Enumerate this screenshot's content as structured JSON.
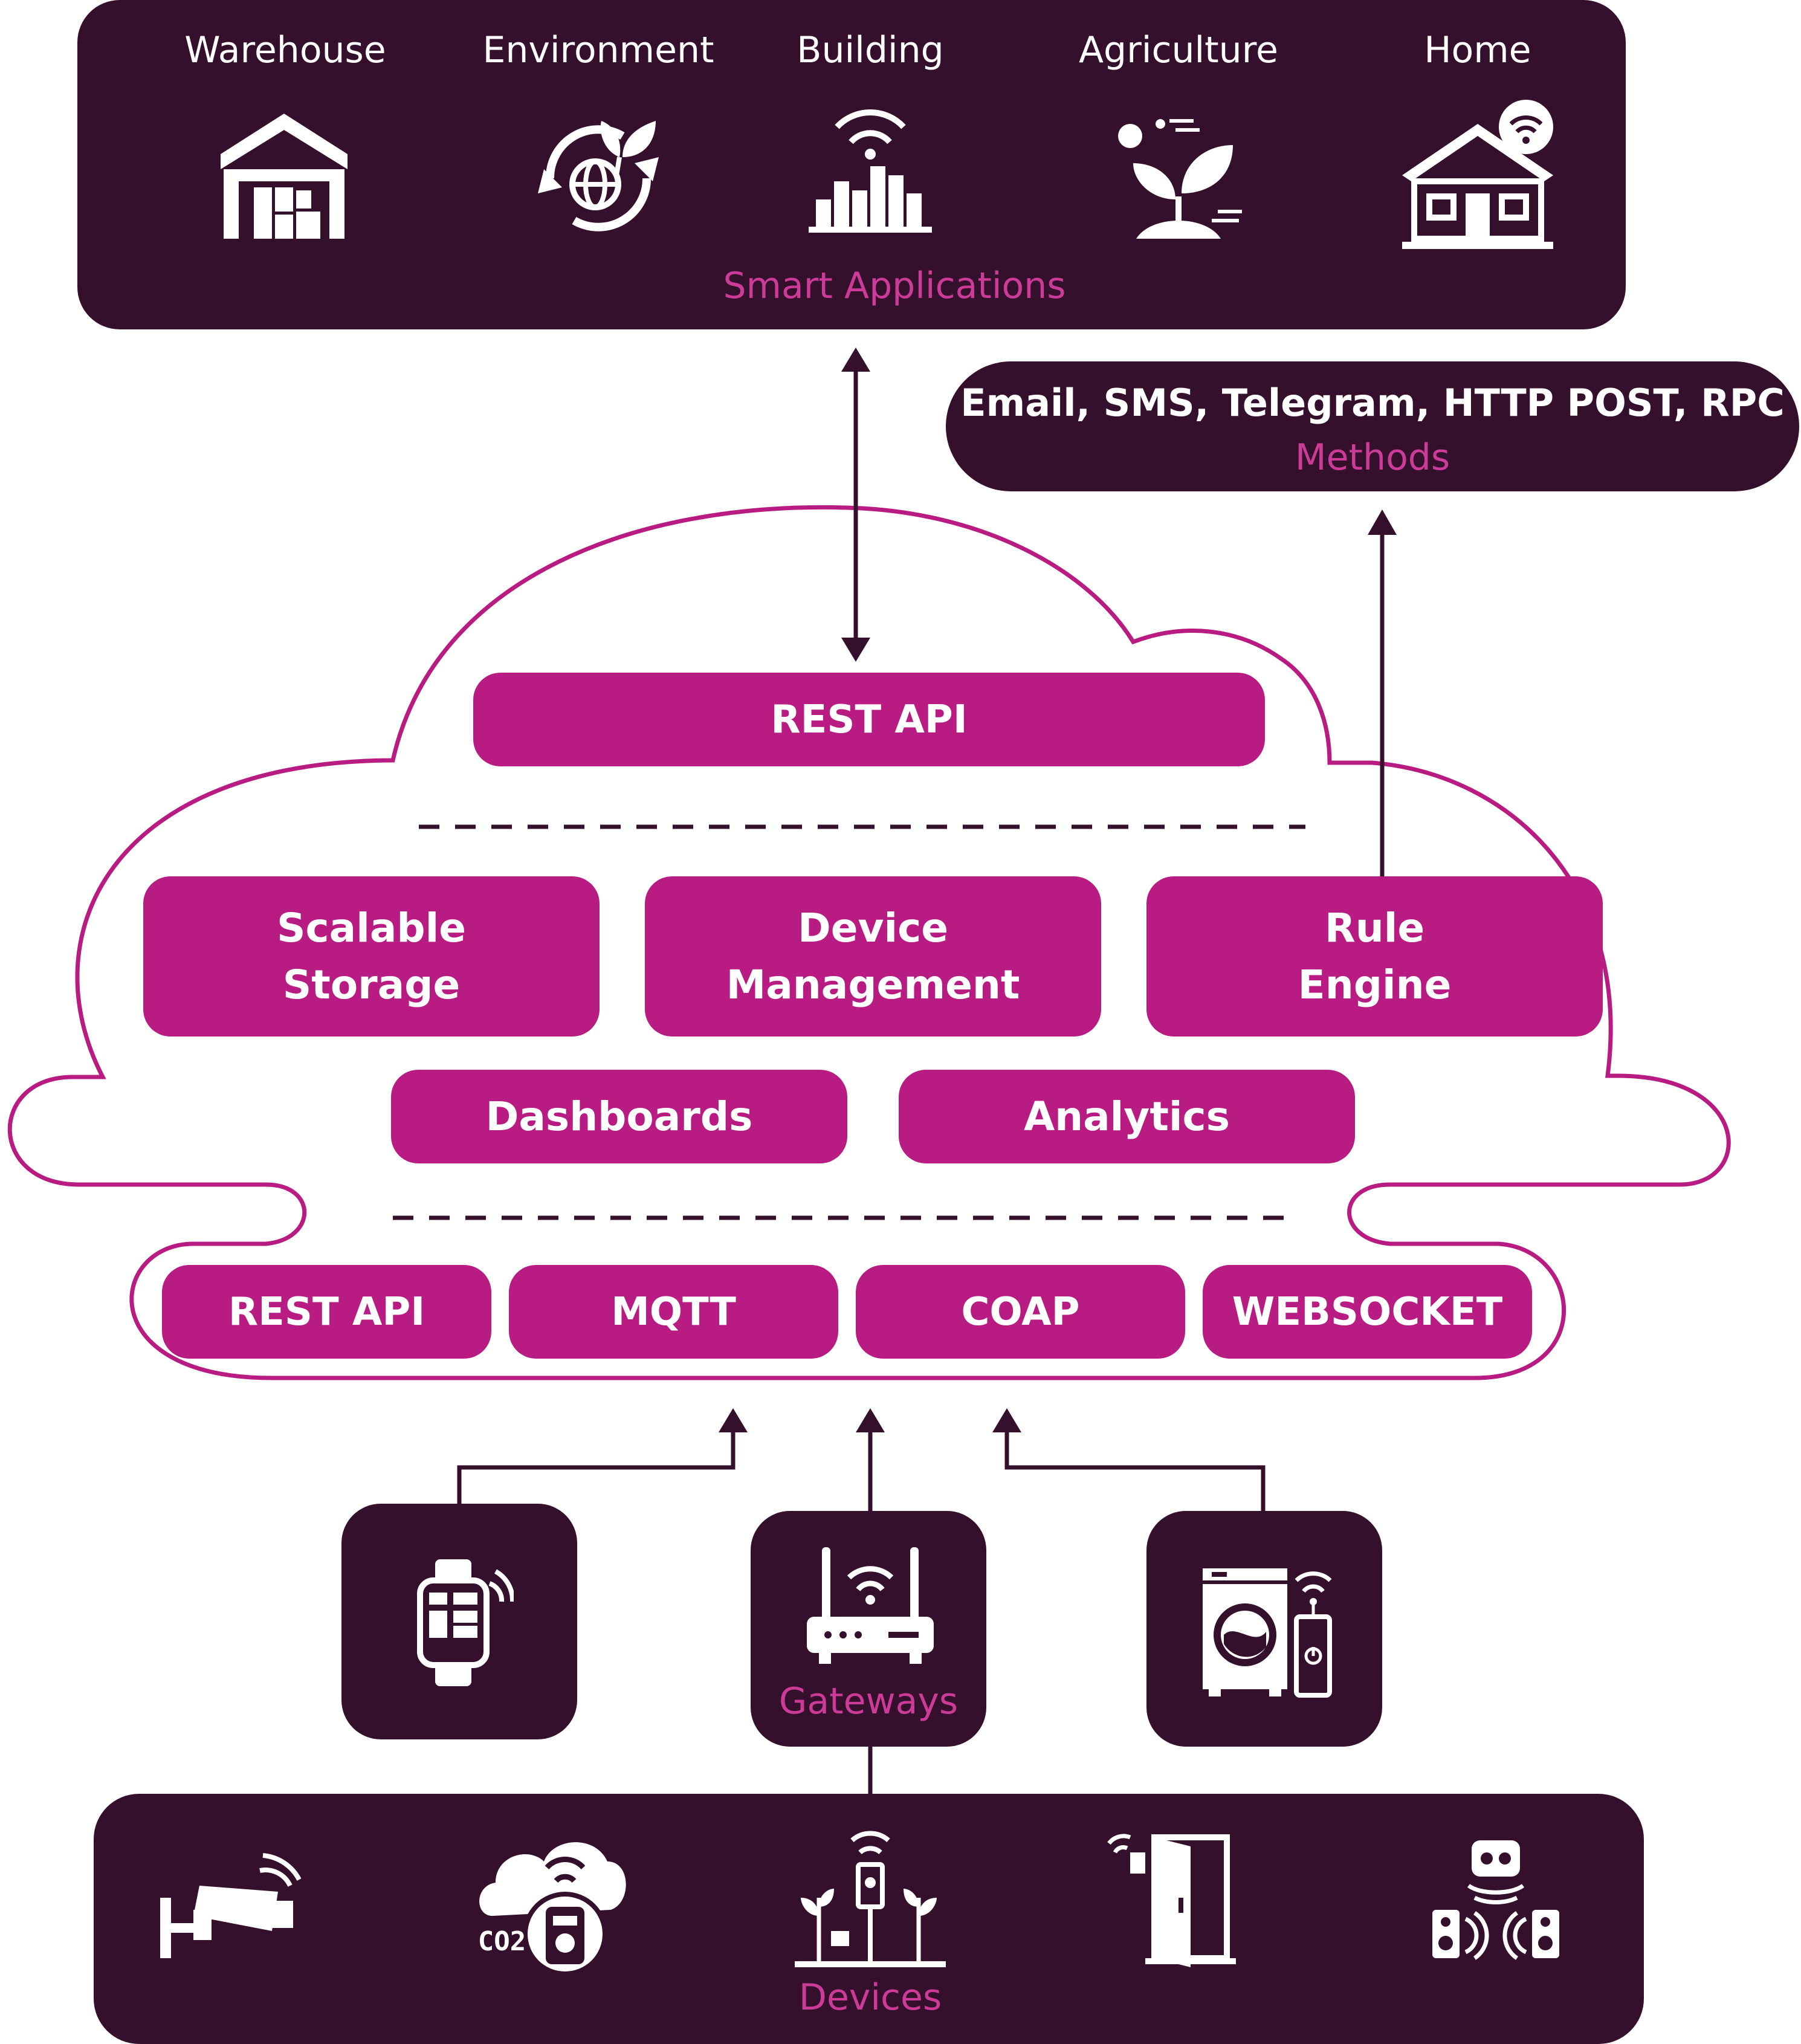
{
  "smart_applications": {
    "categories": [
      "Warehouse",
      "Environment",
      "Building",
      "Agriculture",
      "Home"
    ],
    "caption": "Smart Applications"
  },
  "methods": {
    "list": "Email, SMS, Telegram, HTTP POST, RPC",
    "caption": "Methods"
  },
  "cloud": {
    "top_api": "REST API",
    "services": [
      {
        "line1": "Scalable",
        "line2": "Storage"
      },
      {
        "line1": "Device",
        "line2": "Management"
      },
      {
        "line1": "Rule",
        "line2": "Engine"
      }
    ],
    "dashboards": "Dashboards",
    "analytics": "Analytics",
    "protocols": [
      "REST API",
      "MQTT",
      "COAP",
      "WEBSOCKET"
    ]
  },
  "gateways": {
    "caption": "Gateways"
  },
  "devices": {
    "caption": "Devices",
    "co2_label": "CO2"
  },
  "colors": {
    "dark": "#35102c",
    "magenta": "#b81c82",
    "magenta_text": "#cc3b97"
  },
  "icons": [
    "warehouse-icon",
    "environment-icon",
    "building-icon",
    "agriculture-icon",
    "home-icon",
    "smartwatch-icon",
    "router-icon",
    "washing-machine-icon",
    "security-camera-icon",
    "co2-sensor-icon",
    "soil-sensor-icon",
    "smart-door-icon",
    "speaker-icon"
  ]
}
